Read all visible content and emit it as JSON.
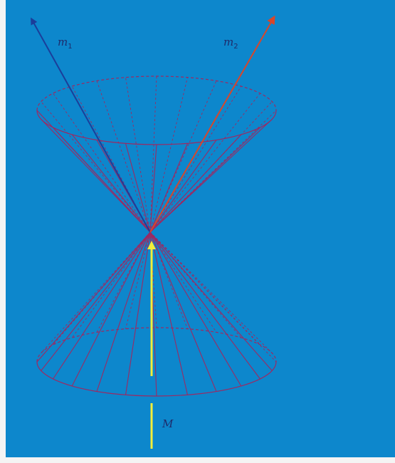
{
  "labels": {
    "m1": "m",
    "m1_sub": "1",
    "m2": "m",
    "m2_sub": "2",
    "M": "M"
  },
  "colors": {
    "background": "#0d87cc",
    "cone": "#9b2a63",
    "m1_vector": "#1b3e9a",
    "m2_vector": "#d8462a",
    "M_vector": "#f2ee3a",
    "label_text": "#1e2b6b"
  },
  "icons": {
    "m1_vector": "blue-arrow",
    "m2_vector": "orange-arrow",
    "M_vector": "yellow-arrow"
  }
}
